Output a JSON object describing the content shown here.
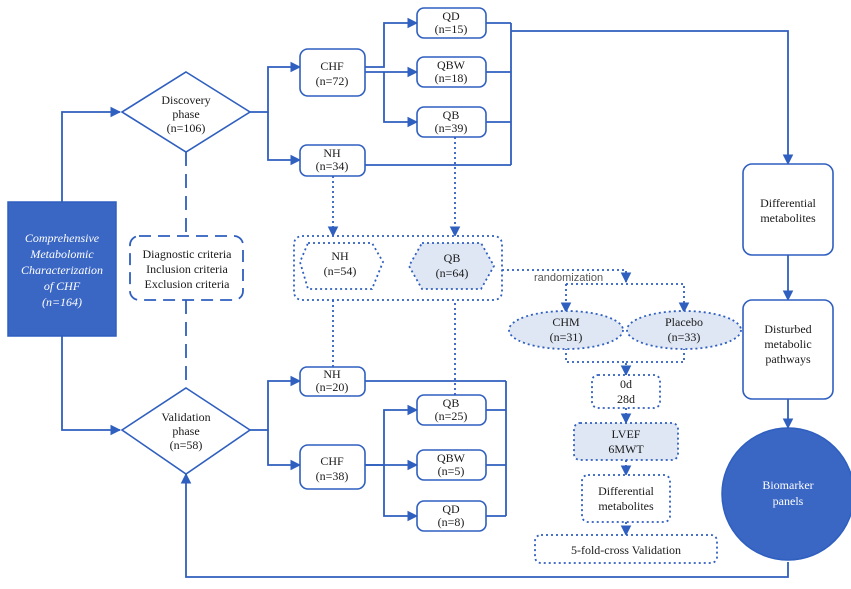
{
  "nodes": {
    "main_title": [
      "Comprehensive",
      "Metabolomic",
      "Characterization",
      "of CHF",
      "(n=164)"
    ],
    "criteria": [
      "Diagnostic criteria",
      "Inclusion criteria",
      "Exclusion criteria"
    ],
    "discovery": [
      "Discovery",
      "phase",
      "(n=106)"
    ],
    "validation": [
      "Validation",
      "phase",
      "(n=58)"
    ],
    "d_chf": [
      "CHF",
      "(n=72)"
    ],
    "d_nh": [
      "NH",
      "(n=34)"
    ],
    "d_qd": [
      "QD",
      "(n=15)"
    ],
    "d_qbw": [
      "QBW",
      "(n=18)"
    ],
    "d_qb": [
      "QB",
      "(n=39)"
    ],
    "v_nh": [
      "NH",
      "(n=20)"
    ],
    "v_chf": [
      "CHF",
      "(n=38)"
    ],
    "v_qb": [
      "QB",
      "(n=25)"
    ],
    "v_qbw": [
      "QBW",
      "(n=5)"
    ],
    "v_qd": [
      "QD",
      "(n=8)"
    ],
    "pool_nh": [
      "NH",
      "(n=54)"
    ],
    "pool_qb": [
      "QB",
      "(n=64)"
    ],
    "randomization": "randomization",
    "chm": [
      "CHM",
      "(n=31)"
    ],
    "placebo": [
      "Placebo",
      "(n=33)"
    ],
    "timepoints": [
      "0d",
      "28d"
    ],
    "outcomes": [
      "LVEF",
      "6MWT"
    ],
    "diff_metab_trial": [
      "Differential",
      "metabolites"
    ],
    "cross_validation": "5-fold-cross Validation",
    "diff_metab": [
      "Differential",
      "metabolites"
    ],
    "disturbed": [
      "Disturbed",
      "metabolic",
      "pathways"
    ],
    "biomarker": [
      "Biomarker",
      "panels"
    ]
  },
  "colors": {
    "primary": "#2f5fbf",
    "primary_fill": "#3a66c4",
    "light_fill": "#dfe7f4",
    "text": "#1a1a1a"
  }
}
